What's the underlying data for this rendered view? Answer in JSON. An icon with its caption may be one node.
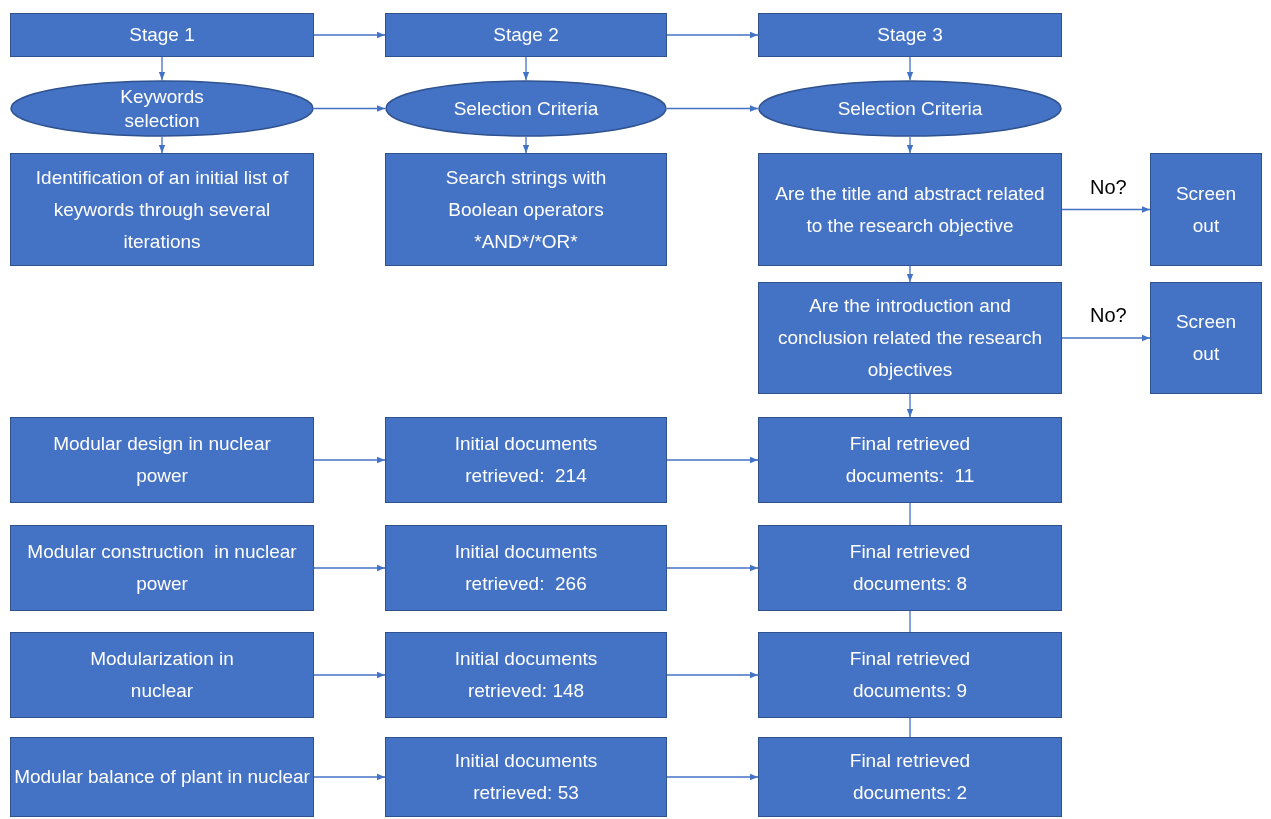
{
  "diagram": {
    "nodes": [
      {
        "text": [
          "Stage 1"
        ]
      },
      {
        "text": [
          "Stage 2"
        ]
      },
      {
        "text": [
          "Stage 3"
        ]
      },
      {
        "text": [
          "Keywords selection"
        ]
      },
      {
        "text": [
          "Selection Criteria"
        ]
      },
      {
        "text": [
          "Selection Criteria"
        ]
      },
      {
        "text": [
          "Identification of an initial list of keywords through several iterations"
        ]
      },
      {
        "text": [
          "Search strings with Boolean operators *AND*/*OR*"
        ]
      },
      {
        "text": [
          "Are the title and abstract related to the research objective"
        ]
      },
      {
        "text": [
          "Screen out"
        ]
      },
      {
        "text": [
          "Are the introduction and conclusion related the research objectives"
        ]
      },
      {
        "text": [
          "Screen out"
        ]
      },
      {
        "text": [
          "Modular design in nuclear power"
        ]
      },
      {
        "text": [
          "Initial documents retrieved:  214"
        ]
      },
      {
        "text": [
          "Final retrieved documents:  11"
        ]
      },
      {
        "text": [
          "Modular construction  in nuclear power"
        ]
      },
      {
        "text": [
          "Initial documents retrieved:  266"
        ]
      },
      {
        "text": [
          "Final retrieved documents: 8"
        ]
      },
      {
        "text": [
          "Modularization in nuclear"
        ]
      },
      {
        "text": [
          "Initial documents retrieved: 148"
        ]
      },
      {
        "text": [
          "Final retrieved documents: 9"
        ]
      },
      {
        "text": [
          "Modular balance of plant in nuclear"
        ]
      },
      {
        "text": [
          "Initial documents retrieved: 53"
        ]
      },
      {
        "text": [
          "Final retrieved documents: 2"
        ]
      }
    ],
    "edges": [
      {
        "from": 0,
        "to": 1,
        "arrow": "to"
      },
      {
        "from": 1,
        "to": 2,
        "arrow": "to"
      },
      {
        "from": 0,
        "to": 3,
        "arrow": "to"
      },
      {
        "from": 1,
        "to": 4,
        "arrow": "to"
      },
      {
        "from": 2,
        "to": 5,
        "arrow": "to"
      },
      {
        "from": 3,
        "to": 4,
        "arrow": "to"
      },
      {
        "from": 4,
        "to": 5,
        "arrow": "to"
      },
      {
        "from": 3,
        "to": 6,
        "arrow": "to"
      },
      {
        "from": 4,
        "to": 7,
        "arrow": "to"
      },
      {
        "from": 5,
        "to": 8,
        "arrow": "to"
      },
      {
        "from": 8,
        "to": 9,
        "arrow": "to",
        "label": "No?"
      },
      {
        "from": 8,
        "to": 10,
        "arrow": "to"
      },
      {
        "from": 10,
        "to": 11,
        "arrow": "to",
        "label": "No?"
      },
      {
        "from": 10,
        "to": 14,
        "arrow": "to"
      },
      {
        "from": 12,
        "to": 13,
        "arrow": "to"
      },
      {
        "from": 13,
        "to": 14,
        "arrow": "to"
      },
      {
        "from": 15,
        "to": 16,
        "arrow": "to"
      },
      {
        "from": 16,
        "to": 17,
        "arrow": "to"
      },
      {
        "from": 18,
        "to": 19,
        "arrow": "to"
      },
      {
        "from": 19,
        "to": 20,
        "arrow": "to"
      },
      {
        "from": 21,
        "to": 22,
        "arrow": "to"
      },
      {
        "from": 22,
        "to": 23,
        "arrow": "to"
      },
      {
        "from": 14,
        "to": 17,
        "arrow": "none"
      },
      {
        "from": 17,
        "to": 20,
        "arrow": "none"
      },
      {
        "from": 20,
        "to": 23,
        "arrow": "none"
      }
    ]
  }
}
